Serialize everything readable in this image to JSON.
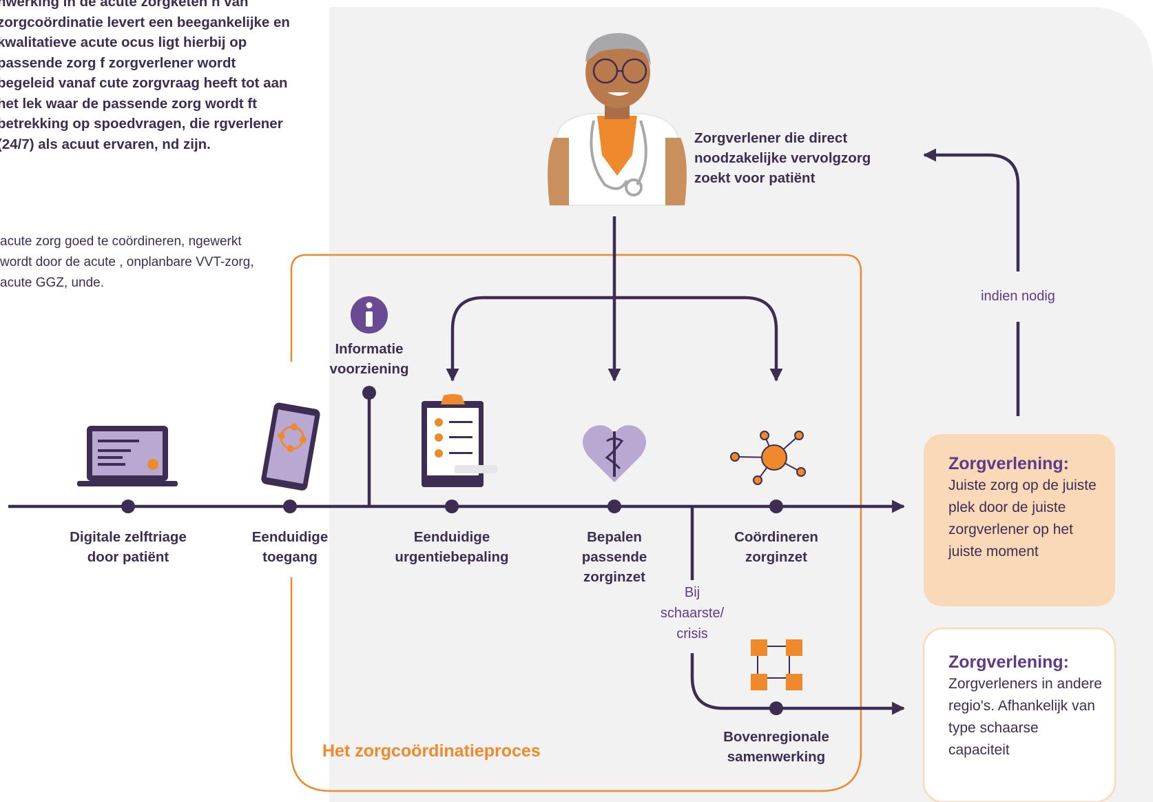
{
  "intro": {
    "bold_text": "nwerking in de acute zorgketen n van zorgcoördinatie levert een beegankelijke en kwalitatieve acute ocus ligt hierbij op passende zorg f zorgverlener wordt begeleid vanaf cute zorgvraag heeft tot aan het lek waar de passende zorg wordt ft betrekking op spoedvragen, die rgverlener (24/7) als acuut ervaren, nd zijn.",
    "normal_text": "acute zorg goed te coördineren, ngewerkt wordt door de acute , onplanbare VVT-zorg, acute GGZ, unde."
  },
  "doctor": {
    "label": "Zorgverlener die direct noodzakelijke vervolgzorg zoekt voor patiënt"
  },
  "info_node": {
    "label": "Informatie voorziening",
    "icon": "info-icon"
  },
  "timeline_steps": [
    {
      "label": "Digitale zelftriage door patiënt",
      "icon": "laptop-icon"
    },
    {
      "label": "Eenduidige toegang",
      "icon": "tablet-icon"
    },
    {
      "label": "Eenduidige urgentiebepaling",
      "icon": "clipboard-icon"
    },
    {
      "label": "Bepalen passende zorginzet",
      "icon": "heart-caduceus-icon"
    },
    {
      "label": "Coördineren zorginzet",
      "icon": "network-icon"
    }
  ],
  "branch": {
    "condition_label": "Bij schaarste/ crisis",
    "node_label": "Bovenregionale samenwerking",
    "icon": "connected-squares-icon"
  },
  "loop": {
    "label": "indien nodig"
  },
  "outcome_boxes": [
    {
      "title": "Zorgverlening:",
      "text": "Juiste zorg op de juiste plek door de juiste zorgverlener op het juiste moment"
    },
    {
      "title": "Zorgverlening:",
      "text": "Zorgverleners in andere regio's. Afhankelijk van type schaarse capaciteit"
    }
  ],
  "process": {
    "title": "Het zorgcoördinatieproces"
  },
  "colors": {
    "purple_dark": "#3d2d52",
    "purple_text": "#5e3a87",
    "orange": "#ee8a2c",
    "peach_fill": "#fad9b9",
    "light_grey": "#f2f2f3"
  }
}
